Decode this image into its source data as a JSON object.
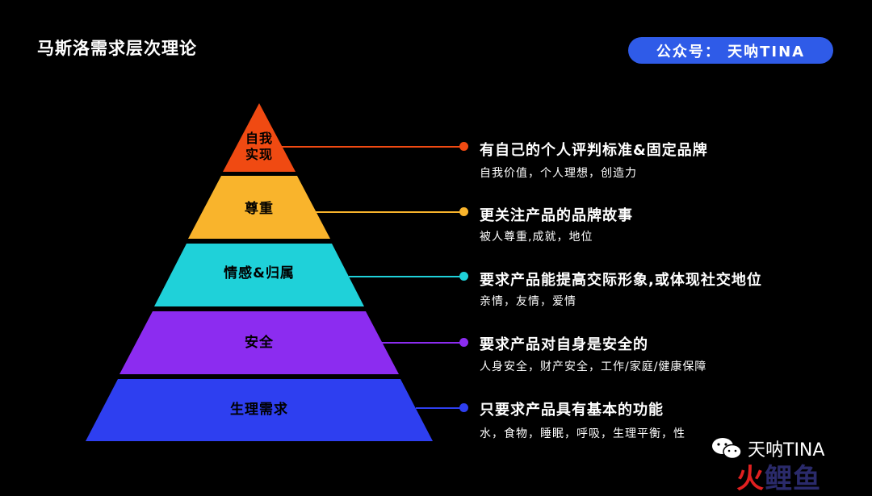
{
  "title": "马斯洛需求层次理论",
  "badge": "公众号： 天呐TINA",
  "levels": [
    {
      "label": "自我\n实现",
      "color": "#f04a12",
      "desc_title": "有自己的个人评判标准&固定品牌",
      "desc_sub": "自我价值，个人理想，创造力"
    },
    {
      "label": "尊重",
      "color": "#f9b42c",
      "desc_title": "更关注产品的品牌故事",
      "desc_sub": "被人尊重,成就，地位"
    },
    {
      "label": "情感&归属",
      "color": "#1fd1d9",
      "desc_title": "要求产品能提高交际形象,或体现社交地位",
      "desc_sub": "亲情，友情，爱情"
    },
    {
      "label": "安全",
      "color": "#8c2cf0",
      "desc_title": "要求产品对自身是安全的",
      "desc_sub": "人身安全，财产安全，工作/家庭/健康保障"
    },
    {
      "label": "生理需求",
      "color": "#2e3ff0",
      "desc_title": "只要求产品具有基本的功能",
      "desc_sub": "水，食物，睡眠，呼吸，生理平衡，性"
    }
  ],
  "watermark": {
    "line1": "天呐TINA",
    "line2a": "火",
    "line2b": "鲤",
    "line2c": "鱼",
    "icon": "wechat-icon"
  }
}
